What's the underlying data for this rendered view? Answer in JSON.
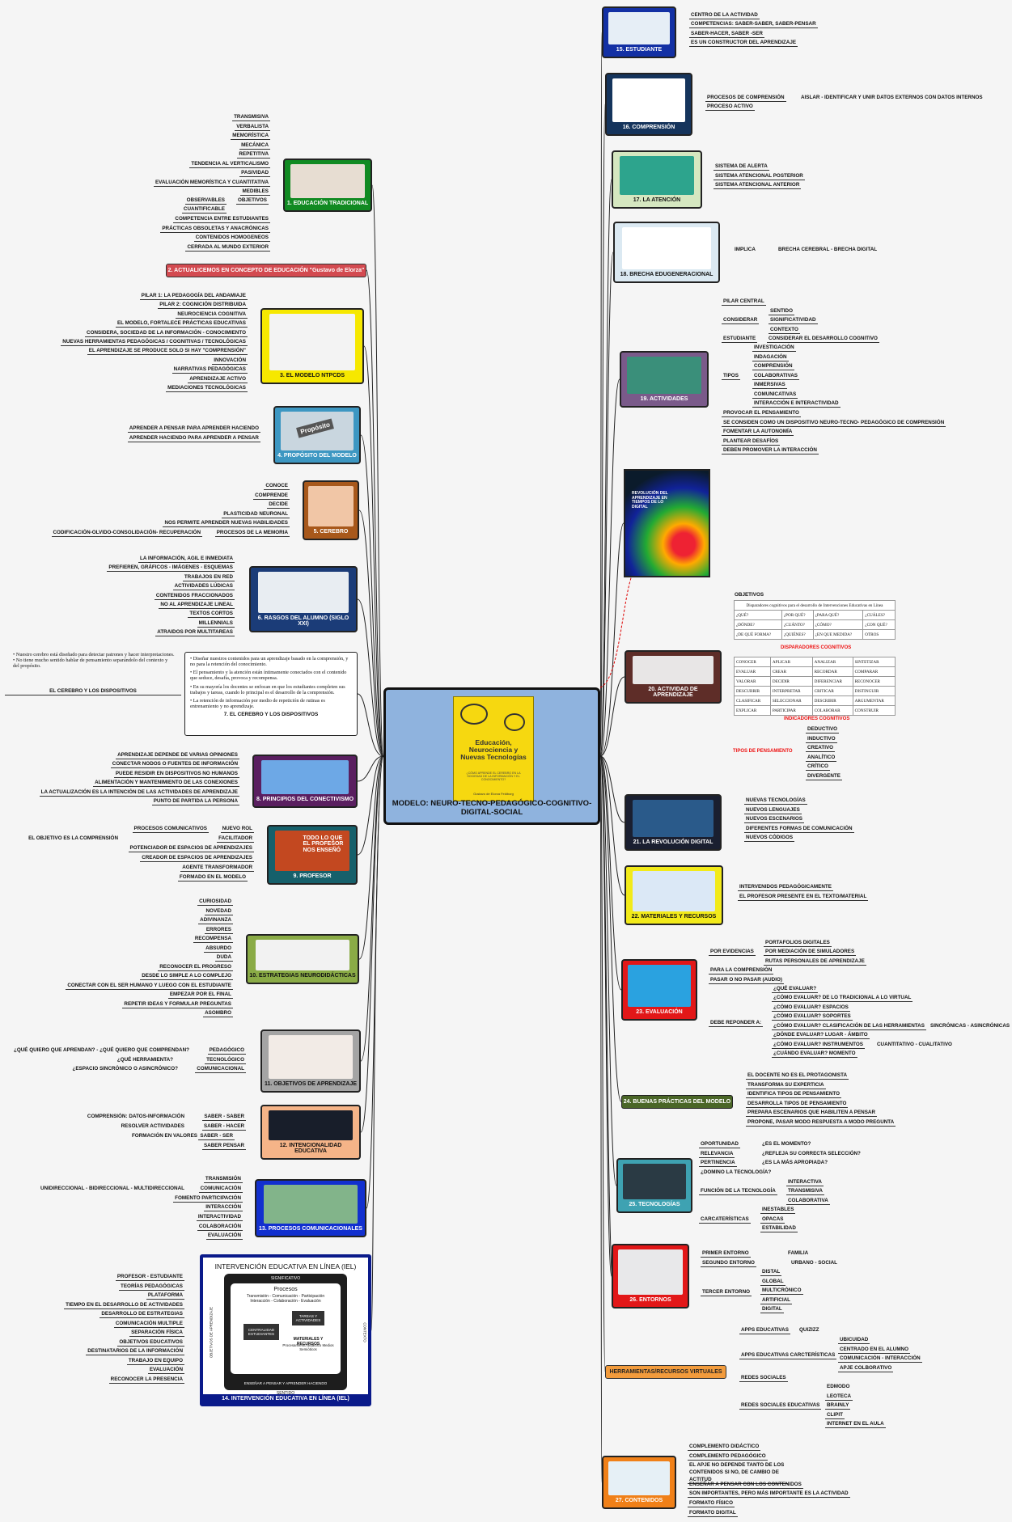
{
  "center": {
    "book_title": "Educación,\nNeurociencia y\nNuevas Tecnologías",
    "book_sub": "¿CÓMO APRENDE EL CEREBRO EN LA SOCIEDAD DE LA INFORMACIÓN Y EL CONOCIMIENTO?",
    "book_author": "Gustavo de Elorza Feldborg",
    "title": "MODELO: NEURO-TECNO-PEDAGÓGICO-COGNITIVO-DIGITAL-SOCIAL"
  },
  "nodes": {
    "n1": "1. EDUCACIÓN TRADICIONAL",
    "n2": "2. ACTUALICEMOS EN CONCEPTO DE EDUCACIÓN \"Gustavo de Elorza\"",
    "n3": "3. EL MODELO NTPCDS",
    "n4": "4. PROPÓSITO DEL MODELO",
    "n5": "5. CEREBRO",
    "n6": "6. RASGOS DEL ALUMNO (SIGLO XXI)",
    "n7": "7. EL CEREBRO Y LOS DISPOSITIVOS",
    "n8": "8. PRINCIPIOS DEL CONECTIVISMO",
    "n9": "9. PROFESOR",
    "n10": "10. ESTRATEGIAS NEURODIDÁCTICAS",
    "n11": "11. OBJETIVOS DE APRENDIZAJE",
    "n12": "12. INTENCIONALIDAD EDUCATIVA",
    "n13": "13. PROCESOS COMUNICACIONALES",
    "n14": "14. INTERVENCIÓN EDUCATIVA EN LÍNEA (IEL)",
    "n15": "15. ESTUDIANTE",
    "n16": "16. COMPRENSIÓN",
    "n17": "17. LA ATENCIÓN",
    "n18": "18. BRECHA EDUGENERACIONAL",
    "n19": "19. ACTIVIDADES",
    "n20": "20. ACTIVIDAD DE APRENDIZAJE",
    "n21": "21. LA REVOLUCIÓN DIGITAL",
    "n22": "22. MATERIALES Y RECURSOS",
    "n23": "23. EVALUACIÓN",
    "n24": "24. BUENAS PRÁCTICAS DEL MODELO",
    "n25": "25. TECNOLOGÍAS",
    "n26": "26. ENTORNOS",
    "n27": "27. CONTENIDOS",
    "nhr": "HERRAMIENTAS/RECURSOS VIRTUALES",
    "n9_poster": "TODO LO QUE EL PROFESOR NOS ENSEÑÓ",
    "n4_sign": "Propósito"
  },
  "leaves": {
    "l1": [
      "TRANSMISIVA",
      "VERBALISTA",
      "MEMORÍSTICA",
      "MECÁNICA",
      "REPETITIVA",
      "TENDENCIA AL VERTICALISMO",
      "PASIVIDAD",
      "EVALUACIÓN MEMORÍSTICA Y CUANTITATIVA",
      "MEDIBLES",
      "OBSERVABLES",
      "OBJETIVOS",
      "CUANTIFICABLE",
      "COMPETENCIA ENTRE ESTUDIANTES",
      "PRÁCTICAS OBSOLETAS Y ANACRÓNICAS",
      "CONTENIDOS HOMOGENEOS",
      "CERRADA AL MUNDO EXTERIOR"
    ],
    "l3": [
      "PILAR 1: LA PEDAGOGÍA DEL ANDAMIAJE",
      "PILAR 2: COGNICIÓN DISTRIBUIDA",
      "NEUROCIENCIA COGNITIVA",
      "EL MODELO,  FORTALECE PRÁCTICAS EDUCATIVAS",
      "CONSIDERA, SOCIEDAD DE LA INFORMACIÓN - CONOCIMIENTO",
      "NUEVAS HERRAMIENTAS PEDAGÓGICAS / COGNITIVAS / TECNOLÓGICAS",
      "EL APRENDIZAJE SE PRODUCE SOLO SI HAY \"COMPRENSIÓN\"",
      "INNOVACIÓN",
      "NARRATIVAS PEDAGÓGICAS",
      "APRENDIZAJE ACTIVO",
      "MEDIACIONES TECNOLÓGICAS"
    ],
    "l4": [
      "APRENDER A PENSAR PARA APRENDER HACIENDO",
      "APRENDER HACIENDO PARA APRENDER A PENSAR"
    ],
    "l5": [
      "CONOCE",
      "COMPRENDE",
      "DECIDE",
      "PLASTICIDAD NEURONAL",
      "NOS PERMITE APRENDER NUEVAS HABILIDADES",
      "PROCESOS DE LA MEMORIA",
      "CODIFICACIÓN-OLVIDO-CONSOLIDACIÓN- RECUPERACIÓN"
    ],
    "l6": [
      "LA INFORMACIÓN, AGIL E INMEDIATA",
      "PREFIEREN, GRÁFICOS - IMÁGENES - ESQUEMAS",
      "TRABAJOS EN RED",
      "ACTIVIDADES  LÚDICAS",
      "CONTENIDOS FRACCIONADOS",
      "NO AL APRENDIZAJE LINEAL",
      "TEXTOS CORTOS",
      "MILLENNIALS",
      "ATRAIDOS POR MULTITAREAS"
    ],
    "l7": {
      "bullets": [
        "• Diseñar nuestros contenidos para un aprendizaje basado en la comprensión, y no para la retención del conocimiento.",
        "• El pensamiento y la atención están íntimamente conectados con el contenido que seduce, desafía, provoca y recompensa.",
        "• En su mayoría los docentes se enfocan en que los estudiantes completen sus trabajos y tareas, cuando lo principal es el desarrollo de la comprensión.",
        "• La retención de información por medio de repetición de rutinas es entrenamiento y no aprendizaje."
      ],
      "note": [
        "• Nuestro cerebro está diseñado para detectar patrones y hacer interpretaciones.",
        "• No tiene mucho sentido hablar de pensamiento separándolo del contexto y del propósito."
      ],
      "link": "EL CEREBRO Y LOS DISPOSITIVOS"
    },
    "l8": [
      "APRENDIZAJE DEPENDE DE VARIAS OPINIONES",
      "CONECTAR NODOS O FUENTES DE INFORMACIÓN",
      "PUEDE RESIDIR  EN DISPOSITIVOS NO HUMANOS",
      "ALIMENTACIÓN Y MANTENIMIENTO DE LAS CONEXIONES",
      "LA ACTUALIZACIÓN ES LA INTENCIÓN DE LAS ACTIVIDADES DE APRENDIZAJE",
      "PUNTO DE PARTIDA LA PERSONA"
    ],
    "l9": [
      "PROCESOS COMUNICATIVOS",
      "NUEVO ROL",
      "FACILITADOR",
      "POTENCIADOR DE ESPACIOS DE APRENDIZAJES",
      "CREADOR DE ESPACIOS DE APRENDIZAJES",
      "AGENTE TRANSFORMADOR",
      "FORMADO EN EL MODELO",
      "EL OBJETIVO ES LA COMPRENSIÓN"
    ],
    "l10": [
      "CURIOSIDAD",
      "NOVEDAD",
      "ADIVINANZA",
      "ERRORES",
      "RECOMPENSA",
      "ABSURDO",
      "DUDA",
      "RECONOCER EL PROGRESO",
      "DESDE LO SIMPLE A LO COMPLEJO",
      "CONECTAR CON EL SER HUMANO Y LUEGO CON EL ESTUDIANTE",
      "EMPEZAR POR EL FINAL",
      "REPETIR IDEAS Y FORMULAR PREGUNTAS",
      "ASOMBRO"
    ],
    "l11": [
      "PEDAGÓGICO",
      "TECNOLÓGICO",
      "COMUNICACIONAL",
      "¿QUÉ QUIERO QUE APRENDAN? - ¿QUÉ QUIERO QUE COMPRENDAN?",
      "¿QUÉ HERRAMIENTA?",
      "¿ESPACIO SINCRÓNICO O ASINCRÓNICO?"
    ],
    "l12": [
      "SABER - SABER",
      "SABER - HACER",
      "SABER - SER",
      "SABER PENSAR",
      "COMPRENSIÓN: DATOS-INFORMACIÓN",
      "RESOLVER ACTIVIDADES",
      "FORMACIÓN EN VALORES"
    ],
    "l13": [
      "TRANSMISIÓN",
      "COMUNICACIÓN",
      "FOMENTO PARTICIPACIÓN",
      "INTERACCIÓN",
      "INTERACTIVIDAD",
      "COLABORACIÓN",
      "EVALUACIÓN",
      "UNIDIRECCIONAL - BIDIRECCIONAL - MULTIDIRECCIONAL"
    ],
    "l14": [
      "PROFESOR - ESTUDIANTE",
      "TEORÍAS PEDAGÓGICAS",
      "PLATAFORMA",
      "TIEMPO EN EL DESARROLLO DE ACTIVIDADES",
      "DESARROLLO DE ESTRATEGIAS",
      "COMUNICACIÓN MULTIPLE",
      "SEPARACIÓN FÍSICA",
      "OBJETIVOS EDUCATIVOS",
      "DESTINATARIOS DE LA INFORMACIÓN",
      "TRABAJO EN EQUIPO",
      "EVALUACIÓN",
      "RECONOCER LA PRESENCIA"
    ],
    "l14_diagram": {
      "title": "INTERVENCIÓN EDUCATIVA EN LÍNEA (IEL)",
      "top": "SIGNIFICATIVO",
      "procesos": "Procesos",
      "proc_text": "Transmisión - Comunicación - Participación Interacción - Colaboración - Evaluación",
      "tareas": "TAREAS Y ACTIVIDADES",
      "centralidad": "CENTRALIDAD ESTUDIANTES",
      "materiales": "MATERIALES Y RECURSOS",
      "mat_sub": "Procesamiento didáctico Medios Semióticos",
      "bottom": "ENSEÑAR A PENSAR Y APRENDER HACIENDO",
      "footer": "SENTIDO",
      "left": "OBJETIVOS DE APRENDIZAJE",
      "right": "CONTEXTO"
    },
    "l15": [
      "CENTRO DE LA ACTIVIDAD",
      "COMPETENCIAS: SABER-SABER, SABER-PENSAR",
      "SABER-HACER, SABER -SER",
      "ES UN CONSTRUCTOR DEL APRENDIZAJE"
    ],
    "l16": [
      "PROCESOS DE COMPRENSIÓN",
      "AISLAR - IDENTIFICAR Y UNIR DATOS EXTERNOS CON DATOS INTERNOS",
      "PROCESO ACTIVO"
    ],
    "l17": [
      "SISTEMA DE ALERTA",
      "SISTEMA ATENCIONAL POSTERIOR",
      "SISTEMA ATENCIONAL ANTERIOR"
    ],
    "l18": [
      "IMPLICA",
      "BRECHA CEREBRAL - BRECHA DIGITAL"
    ],
    "l19": [
      "PILAR CENTRAL",
      "CONSIDERAR",
      "SENTIDO",
      "SIGNIFICATIVIDAD",
      "CONTEXTO",
      "ESTUDIANTE",
      "CONSIDERAR EL DESARROLLO COGNITIVO",
      "TIPOS",
      "INVESTIGACIÓN",
      "INDAGACIÓN",
      "COMPRENSIÓN",
      "COLABORATIVAS",
      "INMERSIVAS",
      "COMUNICATIVAS",
      "INTERACCIÓN E INTERACTIVIDAD",
      "PROVOCAR EL PENSAMIENTO",
      "SE CONSIDEN COMO UN DISPOSITIVO NEURO-TECNO- PEDAGÓGICO DE COMPRENSIÓN",
      "FOMENTAR LA AUTONOMÍA",
      "PLANTEAR DESAFÍOS",
      "DEBEN PROMOVER LA INTERACCIÓN"
    ],
    "l20": {
      "objetivos": "OBJETIVOS",
      "table_title": "Disparadores cognitivos para el desarrollo de Intervenciones Educativas en Línea",
      "disp": [
        [
          "¿QUÉ?",
          "¿POR QUÉ?",
          "¿PARA QUÉ?",
          "¿CUÁLES?"
        ],
        [
          "¿DÓNDE?",
          "¿CUÁNTO?",
          "¿CÓMO?",
          "¿CON QUÉ?"
        ],
        [
          "¿DE QUÉ FORMA?",
          "¿QUIÉNES?",
          "¿EN QUE MEDIDA?",
          "OTROS"
        ]
      ],
      "disp_label": "DISPARADORES COGNITIVOS",
      "ind": [
        [
          "CONOCER",
          "APLICAR",
          "ANALIZAR",
          "SINTETIZAR"
        ],
        [
          "EVALUAR",
          "CREAR",
          "RECORDAR",
          "COMPARAR"
        ],
        [
          "VALORAR",
          "DECIDIR",
          "DIFERENCIAR",
          "RECONOCER"
        ],
        [
          "DESCUBRIR",
          "INTERPRETAR",
          "CRITICAR",
          "DISTINGUIR"
        ],
        [
          "CLASIFICAR",
          "SELECCIONAR",
          "DESCRIBIR",
          "ARGUMENTAR"
        ],
        [
          "EXPLICAR",
          "PARTICIPAR",
          "COLABORAR",
          "CONSTRUIR"
        ]
      ],
      "ind_label": "INDICADORES COGNITIVOS",
      "tipos_label": "TIPOS DE PENSAMIENTO",
      "tipos": [
        "DEDUCTIVO",
        "INDUCTIVO",
        "CREATIVO",
        "ANALÍTICO",
        "CRÍTICO",
        "DIVERGENTE"
      ]
    },
    "cover": {
      "title": "REVOLUCIÓN DEL APRENDIZAJE EN TIEMPOS DE LO DIGITAL"
    },
    "l21": [
      "NUEVAS TECNOLOGÍAS",
      "NUEVOS LENGUAJES",
      "NUEVOS ESCENARIOS",
      "DIFERENTES FORMAS DE COMUNICACIÓN",
      "NUEVOS CÓDIGOS"
    ],
    "l22": [
      "INTERVENIDOS PEDAGÓGICAMENTE",
      "EL PROFESOR PRESENTE EN EL TEXTO/MATERIAL"
    ],
    "l23": [
      "POR EVIDENCIAS",
      "PORTAFOLIOS DIGITALES",
      "POR MEDIACIÓN DE SIMULADORES",
      "RUTAS PERSONALES DE APRENDIZAJE",
      "PARA LA COMPRENSIÓN",
      "PASAR O NO PASAR (AUDIO)",
      "DEBE REPONDER A:",
      "¿QUÉ EVALUAR?",
      "¿CÓMO EVALUAR?  DE LO TRADICIONAL A LO VIRTUAL",
      "¿CÓMO EVALUAR? ESPACIOS",
      "¿CÓMO EVALUAR? SOPORTES",
      "¿CÓMO EVALUAR? CLASIFICACIÓN DE LAS HERRAMIENTAS",
      "SINCRÓNICAS - ASINCRÓNICAS",
      "¿DÓNDE EVALUAR? LUGAR - ÁMBITO",
      "¿CÓMO EVALUAR? INSTRUMENTOS",
      "CUANTITATIVO - CUALITATIVO",
      "¿CUÁNDO EVALUAR? MOMENTO"
    ],
    "l24": [
      "EL DOCENTE NO ES EL PROTAGONISTA",
      "TRANSFORMA SU EXPERTICIA",
      "IDENTIFICA TIPOS DE PENSAMIENTO",
      "DESARROLLA TIPOS DE PENSAMIENTO",
      "PREPARA ESCENARIOS QUE HABILITEN A PENSAR",
      "PROPONE, PASAR MODO RESPUESTA A MODO PREGUNTA"
    ],
    "l25": [
      "OPORTUNIDAD",
      "¿ES EL MOMENTO?",
      "RELEVANCIA",
      "¿REFLEJA SU CORRECTA SELECCIÓN?",
      "PERTINENCIA",
      "¿ES LA MÁS APROPIADA?",
      "¿DOMINO LA TECNOLOGÍA?",
      "FUNCIÓN DE LA TECNOLOGÍA",
      "INTERACTIVA",
      "TRANSMISIVA",
      "COLABORATIVA",
      "CARCATERÍSTICAS",
      "INESTABLES",
      "OPACAS",
      "ESTABILIDAD"
    ],
    "l26": [
      "PRIMER ENTORNO",
      "FAMILIA",
      "SEGUNDO ENTORNO",
      "URBANO - SOCIAL",
      "TERCER ENTORNO",
      "DISTAL",
      "GLOBAL",
      "MULTICRÓNICO",
      "ARTIFICIAL",
      "DIGITAL"
    ],
    "lhr": [
      "APPS EDUCATIVAS",
      "QUIZIZZ",
      "APPS EDUCATIVAS CARCTERÍSTICAS",
      "UBICUIDAD",
      "CENTRADO EN EL ALUMNO",
      "COMUNICACIÓN - INTERACCIÓN",
      "APJE COLBORATIVO",
      "REDES SOCIALES",
      "REDES SOCIALES EDUCATIVAS",
      "EDMODO",
      "LEOTECA",
      "BRAINLY",
      "CLIPIT",
      "INTERNET EN EL AULA"
    ],
    "l27": [
      "COMPLEMENTO DIDÁCTICO",
      "COMPLEMENTO PEDAGÓGICO",
      "EL APJE NO DEPENDE TANTO DE LOS CONTENIDOS SI NO, DE CAMBIO DE ACTITUD",
      "ENSEÑAR A PENSAR CON LOS CONTENIDOS",
      "SON IMPORTANTES, PERO MÁS IMPORTANTE ES LA ACTIVIDAD",
      "FORMATO FÍSICO",
      "FORMATO DIGITAL"
    ]
  },
  "colors": {
    "accent_red": "#e11111",
    "center_bg": "#8fb3de",
    "book": "#f6d810"
  }
}
